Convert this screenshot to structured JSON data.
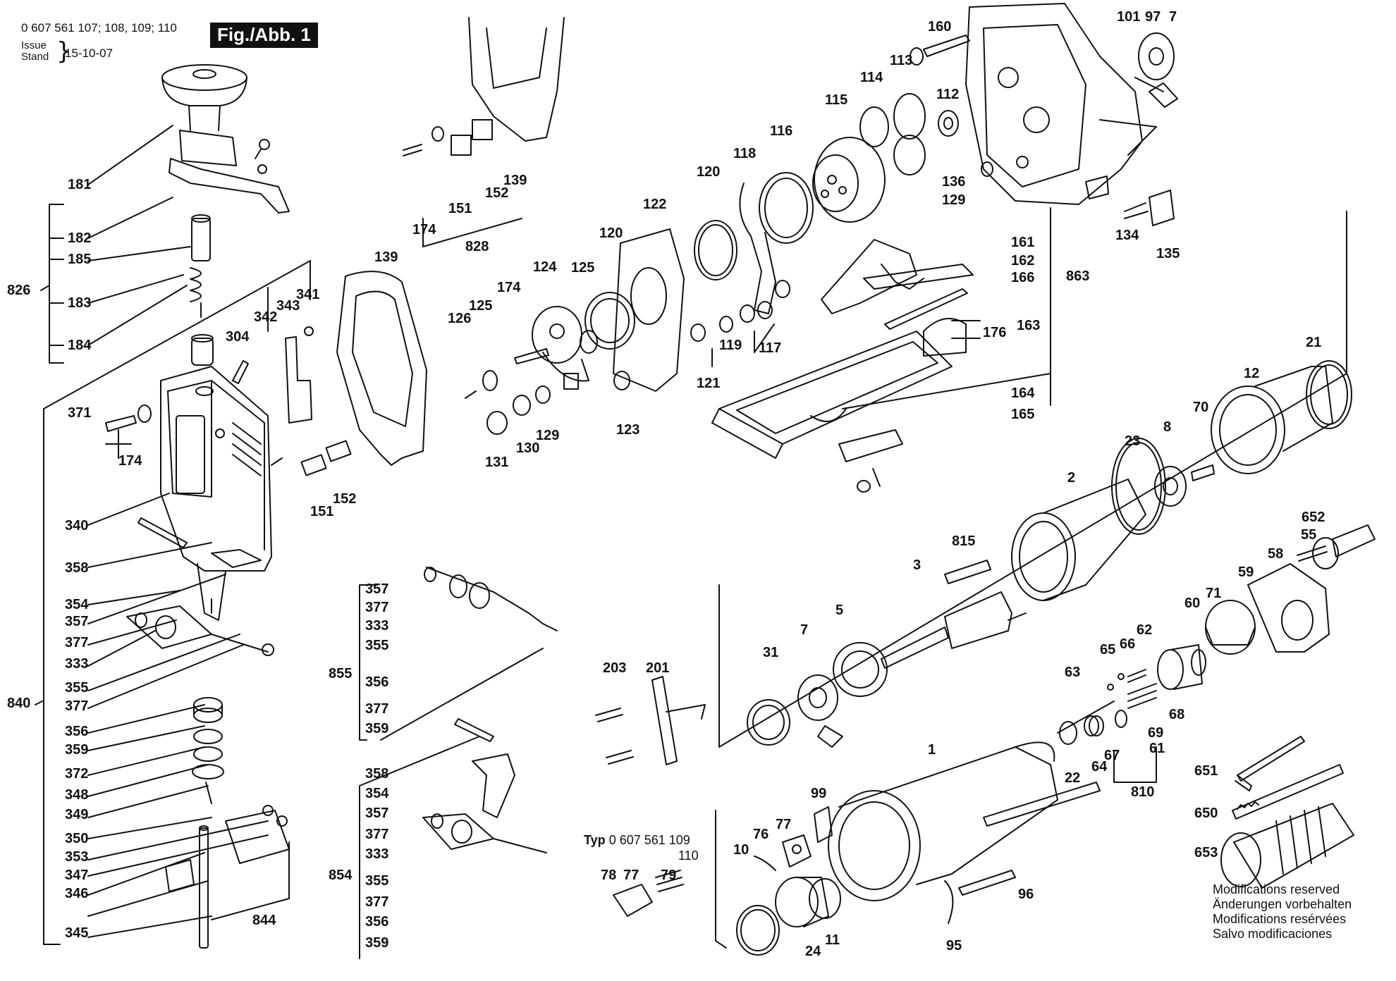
{
  "header": {
    "part_numbers": "0 607 561 107; 108, 109; 110",
    "figure_badge": "Fig./Abb. 1",
    "issue_label": "Issue",
    "stand_label": "Stand",
    "issue_date": "15-10-07"
  },
  "typ_note": {
    "prefix": "Typ",
    "number": "0 607 561 109",
    "variant": "110"
  },
  "modifications": [
    "Modifications reserved",
    "Änderungen vorbehalten",
    "Modifications resérvées",
    "Salvo modificaciones"
  ],
  "labels": [
    {
      "text": "181"
    },
    {
      "text": "182"
    },
    {
      "text": "185"
    },
    {
      "text": "826"
    },
    {
      "text": "183"
    },
    {
      "text": "184"
    },
    {
      "text": "371"
    },
    {
      "text": "174"
    },
    {
      "text": "304"
    },
    {
      "text": "342"
    },
    {
      "text": "343"
    },
    {
      "text": "341"
    },
    {
      "text": "340"
    },
    {
      "text": "358"
    },
    {
      "text": "354"
    },
    {
      "text": "357"
    },
    {
      "text": "377"
    },
    {
      "text": "333"
    },
    {
      "text": "355"
    },
    {
      "text": "377"
    },
    {
      "text": "356"
    },
    {
      "text": "359"
    },
    {
      "text": "372"
    },
    {
      "text": "348"
    },
    {
      "text": "349"
    },
    {
      "text": "350"
    },
    {
      "text": "353"
    },
    {
      "text": "347"
    },
    {
      "text": "346"
    },
    {
      "text": "345"
    },
    {
      "text": "840"
    },
    {
      "text": "844"
    },
    {
      "text": "151"
    },
    {
      "text": "152"
    },
    {
      "text": "139"
    },
    {
      "text": "174"
    },
    {
      "text": "151"
    },
    {
      "text": "152"
    },
    {
      "text": "139"
    },
    {
      "text": "828"
    },
    {
      "text": "126"
    },
    {
      "text": "125"
    },
    {
      "text": "174"
    },
    {
      "text": "124"
    },
    {
      "text": "125"
    },
    {
      "text": "120"
    },
    {
      "text": "131"
    },
    {
      "text": "130"
    },
    {
      "text": "129"
    },
    {
      "text": "122"
    },
    {
      "text": "123"
    },
    {
      "text": "120"
    },
    {
      "text": "118"
    },
    {
      "text": "116"
    },
    {
      "text": "115"
    },
    {
      "text": "114"
    },
    {
      "text": "113"
    },
    {
      "text": "160"
    },
    {
      "text": "112"
    },
    {
      "text": "101"
    },
    {
      "text": "97"
    },
    {
      "text": "7"
    },
    {
      "text": "136"
    },
    {
      "text": "129"
    },
    {
      "text": "134"
    },
    {
      "text": "135"
    },
    {
      "text": "121"
    },
    {
      "text": "119"
    },
    {
      "text": "117"
    },
    {
      "text": "161"
    },
    {
      "text": "162"
    },
    {
      "text": "166"
    },
    {
      "text": "863"
    },
    {
      "text": "176"
    },
    {
      "text": "163"
    },
    {
      "text": "164"
    },
    {
      "text": "165"
    },
    {
      "text": "21"
    },
    {
      "text": "12"
    },
    {
      "text": "23"
    },
    {
      "text": "8"
    },
    {
      "text": "70"
    },
    {
      "text": "2"
    },
    {
      "text": "815"
    },
    {
      "text": "3"
    },
    {
      "text": "652"
    },
    {
      "text": "55"
    },
    {
      "text": "58"
    },
    {
      "text": "59"
    },
    {
      "text": "60"
    },
    {
      "text": "71"
    },
    {
      "text": "5"
    },
    {
      "text": "7"
    },
    {
      "text": "31"
    },
    {
      "text": "62"
    },
    {
      "text": "66"
    },
    {
      "text": "65"
    },
    {
      "text": "63"
    },
    {
      "text": "69"
    },
    {
      "text": "68"
    },
    {
      "text": "61"
    },
    {
      "text": "67"
    },
    {
      "text": "64"
    },
    {
      "text": "22"
    },
    {
      "text": "810"
    },
    {
      "text": "357"
    },
    {
      "text": "377"
    },
    {
      "text": "333"
    },
    {
      "text": "355"
    },
    {
      "text": "855"
    },
    {
      "text": "356"
    },
    {
      "text": "377"
    },
    {
      "text": "359"
    },
    {
      "text": "203"
    },
    {
      "text": "201"
    },
    {
      "text": "358"
    },
    {
      "text": "354"
    },
    {
      "text": "357"
    },
    {
      "text": "377"
    },
    {
      "text": "333"
    },
    {
      "text": "854"
    },
    {
      "text": "355"
    },
    {
      "text": "377"
    },
    {
      "text": "356"
    },
    {
      "text": "359"
    },
    {
      "text": "78"
    },
    {
      "text": "77"
    },
    {
      "text": "79"
    },
    {
      "text": "1"
    },
    {
      "text": "99"
    },
    {
      "text": "77"
    },
    {
      "text": "76"
    },
    {
      "text": "10"
    },
    {
      "text": "96"
    },
    {
      "text": "24"
    },
    {
      "text": "11"
    },
    {
      "text": "95"
    },
    {
      "text": "651"
    },
    {
      "text": "650"
    },
    {
      "text": "653"
    }
  ]
}
